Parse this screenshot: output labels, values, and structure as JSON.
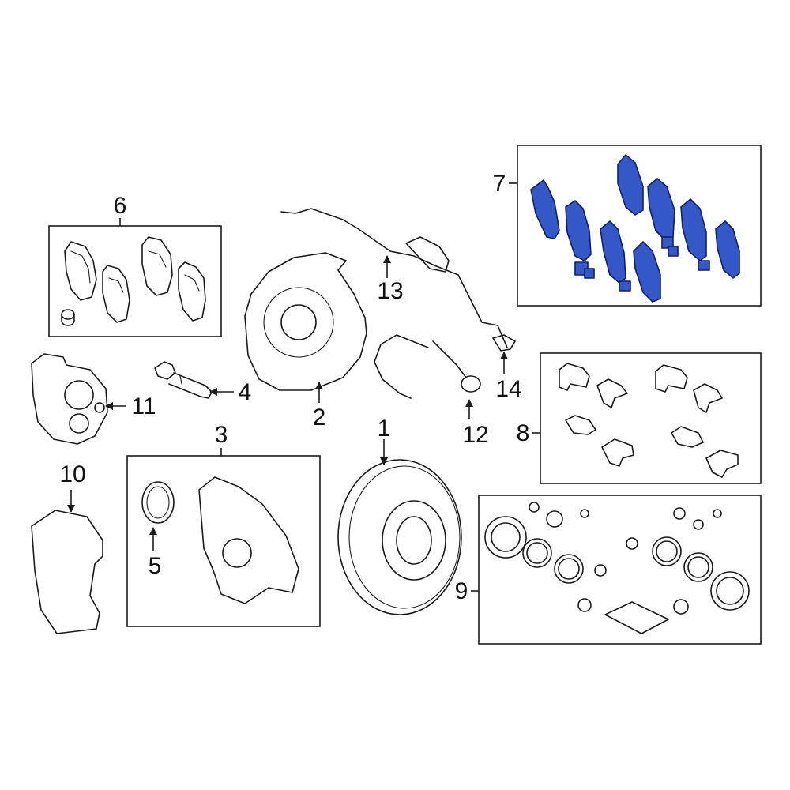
{
  "diagram": {
    "colors": {
      "line": "#1a1a1a",
      "highlight_fill": "#3558c8",
      "highlight_stroke": "#0d1f6e"
    },
    "callouts": {
      "c1": "1",
      "c2": "2",
      "c3": "3",
      "c4": "4",
      "c5": "5",
      "c6": "6",
      "c7": "7",
      "c8": "8",
      "c9": "9",
      "c10": "10",
      "c11": "11",
      "c12": "12",
      "c13": "13",
      "c14": "14"
    },
    "parts": [
      {
        "callout": "1",
        "icon": "brake-rotor-icon"
      },
      {
        "callout": "2",
        "icon": "backing-plate-icon"
      },
      {
        "callout": "3",
        "icon": "caliper-housing-icon"
      },
      {
        "callout": "4",
        "icon": "caliper-bolt-icon"
      },
      {
        "callout": "5",
        "icon": "seal-ring-icon"
      },
      {
        "callout": "6",
        "icon": "pad-set-icon"
      },
      {
        "callout": "7",
        "icon": "pad-set-highlighted-icon",
        "highlighted": true
      },
      {
        "callout": "8",
        "icon": "pad-clip-kit-icon"
      },
      {
        "callout": "9",
        "icon": "caliper-repair-kit-icon"
      },
      {
        "callout": "10",
        "icon": "caliper-bracket-icon"
      },
      {
        "callout": "11",
        "icon": "parking-brake-actuator-icon"
      },
      {
        "callout": "12",
        "icon": "brake-hose-icon"
      },
      {
        "callout": "13",
        "icon": "sensor-harness-icon"
      },
      {
        "callout": "14",
        "icon": "connector-icon"
      }
    ]
  }
}
